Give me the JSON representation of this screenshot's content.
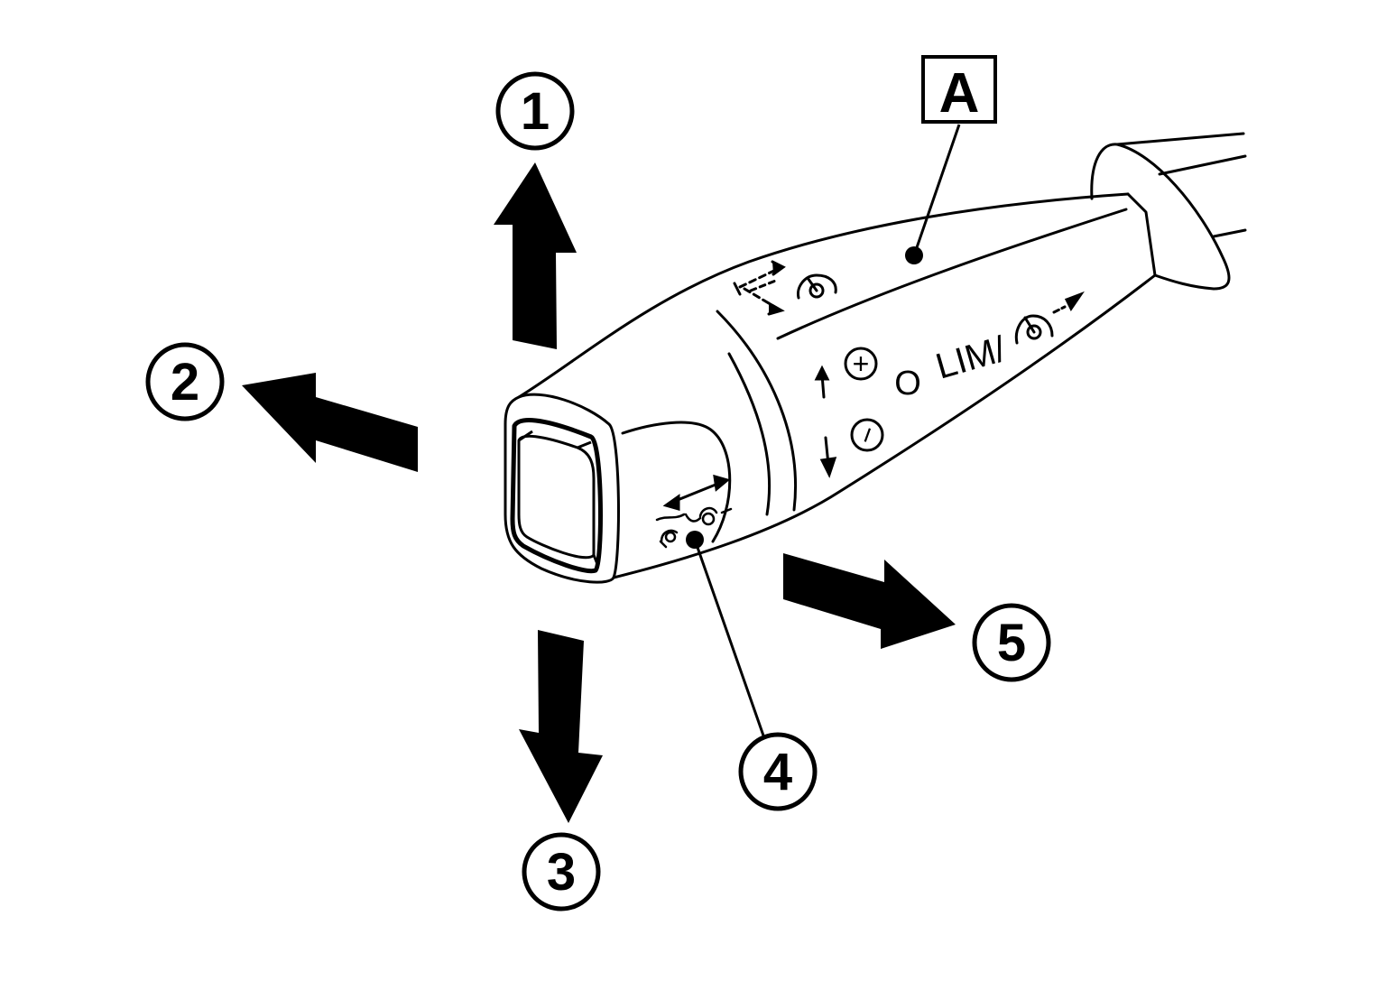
{
  "diagram": {
    "callouts": [
      {
        "id": "1",
        "label": "1"
      },
      {
        "id": "2",
        "label": "2"
      },
      {
        "id": "3",
        "label": "3"
      },
      {
        "id": "4",
        "label": "4"
      },
      {
        "id": "5",
        "label": "5"
      }
    ],
    "part_label": "A",
    "lever_markings": {
      "plus": "+",
      "minus": "−",
      "off": "O",
      "lim": "LIM/"
    },
    "colors": {
      "ink": "#000000",
      "background": "#ffffff"
    }
  }
}
